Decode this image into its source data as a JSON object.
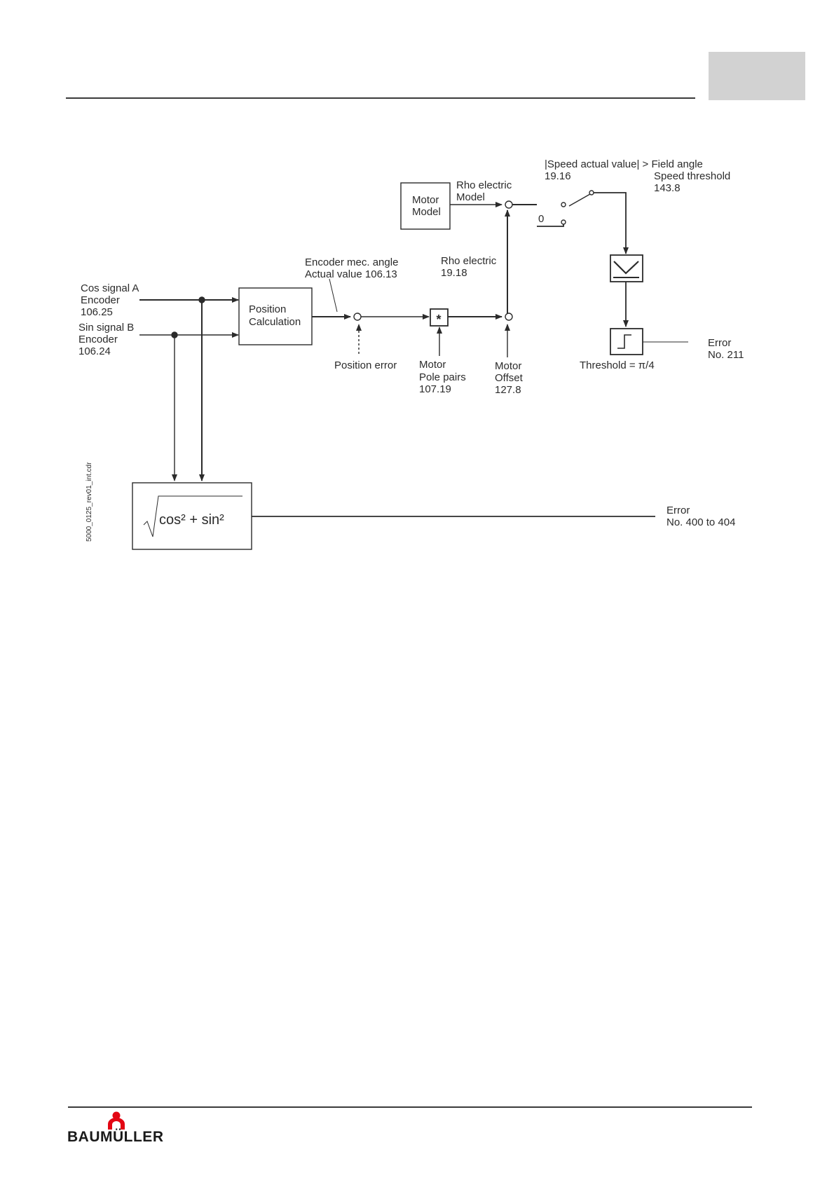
{
  "diagram": {
    "inputs": {
      "cos": [
        "Cos signal A",
        "Encoder",
        "106.25"
      ],
      "sin": [
        "Sin signal B",
        "Encoder",
        "106.24"
      ]
    },
    "blocks": {
      "position_calc": [
        "Position",
        "Calculation"
      ],
      "motor_model": [
        "Motor",
        "Model"
      ],
      "multiply_symbol": "*",
      "sqrt_formula": "cos² + sin²"
    },
    "labels": {
      "encoder_angle": [
        "Encoder mec. angle",
        "Actual value 106.13"
      ],
      "position_error": "Position error",
      "pole_pairs": [
        "Motor",
        "Pole pairs",
        "107.19"
      ],
      "offset": [
        "Motor",
        "Offset",
        "127.8"
      ],
      "rho_electric": [
        "Rho electric",
        "19.18"
      ],
      "rho_model": [
        "Rho electric",
        "Model"
      ],
      "switch_zero": "0",
      "speed_condition": [
        "|Speed actual value| > Field angle",
        "19.16"
      ],
      "speed_threshold": [
        "Speed threshold",
        "143.8"
      ],
      "threshold": "Threshold = π/4",
      "error_211": [
        "Error",
        "No. 211"
      ],
      "error_400": [
        "Error",
        "No. 400 to 404"
      ]
    },
    "file_ref": "5000_0125_rev01_int.cdr"
  },
  "footer": {
    "logo_text": "BAUMÜLLER"
  }
}
